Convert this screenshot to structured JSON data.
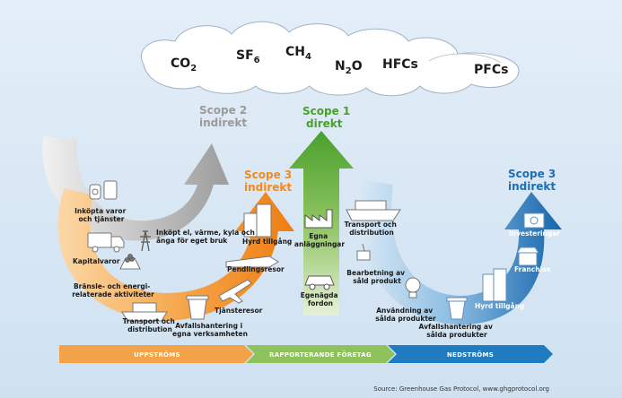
{
  "gases": {
    "co2": {
      "base": "CO",
      "sub": "2",
      "tail": ""
    },
    "sf6": {
      "base": "SF",
      "sub": "6",
      "tail": ""
    },
    "ch4": {
      "base": "CH",
      "sub": "4",
      "tail": ""
    },
    "n2o": {
      "base": "N",
      "sub": "2",
      "tail": "O"
    },
    "hfcs": {
      "base": "HFCs",
      "sub": "",
      "tail": ""
    },
    "pfcs": {
      "base": "PFCs",
      "sub": "",
      "tail": ""
    }
  },
  "scopes": {
    "scope2": {
      "title": "Scope 2",
      "subtitle": "indirekt",
      "color": "#9a9a9a"
    },
    "scope1": {
      "title": "Scope 1",
      "subtitle": "direkt",
      "color": "#4aa02c"
    },
    "scope3_up": {
      "title": "Scope 3",
      "subtitle": "indirekt",
      "color": "#f08a1c"
    },
    "scope3_down": {
      "title": "Scope 3",
      "subtitle": "indirekt",
      "color": "#1a6fb5"
    }
  },
  "labels": {
    "inkopta_l1": "Inköpta varor",
    "inkopta_l2": "och tjänster",
    "inkopt_el_l1": "Inköpt el, värme, kyla och",
    "inkopt_el_l2": "ånga för eget bruk",
    "kapitalvaror": "Kapitalvaror",
    "bransle_l1": "Bränsle- och energi-",
    "bransle_l2": "relaterade aktiviteter",
    "transport_up_l1": "Transport och",
    "transport_up_l2": "distribution",
    "avfall_up_l1": "Avfallshantering i",
    "avfall_up_l2": "egna verksamheten",
    "tjansteresor": "Tjänsteresor",
    "pendlingsresor": "Pendlingsresor",
    "hyrd_up": "Hyrd tillgång",
    "egna_anl_l1": "Egna",
    "egna_anl_l2": "anläggningar",
    "egna_ford_l1": "Egenägda",
    "egna_ford_l2": "fordon",
    "transport_down_l1": "Transport och",
    "transport_down_l2": "distribution",
    "bearbetning_l1": "Bearbetning av",
    "bearbetning_l2": "såld produkt",
    "anvandning_l1": "Användning av",
    "anvandning_l2": "sålda produkter",
    "avfall_down_l1": "Avfallshantering av",
    "avfall_down_l2": "sålda produkter",
    "hyrd_down": "Hyrd tillgång",
    "franchise": "Franchise",
    "investeringar": "Investeringar"
  },
  "bands": {
    "upstream": "UPPSTRÖMS",
    "reporting": "RAPPORTERANDE FÖRETAG",
    "downstream": "NEDSTRÖMS"
  },
  "source": "Source: Greenhouse Gas Protocol, www.ghgprotocol.org",
  "colors": {
    "scope2_gray": "#a9a9a9",
    "scope1_green": "#4aa02c",
    "upstream_orange": "#f08a1c",
    "downstream_blue": "#1a6fb5",
    "band_orange": "#f29a3a",
    "band_green": "#8fc15c",
    "band_blue": "#1f7cc0"
  }
}
